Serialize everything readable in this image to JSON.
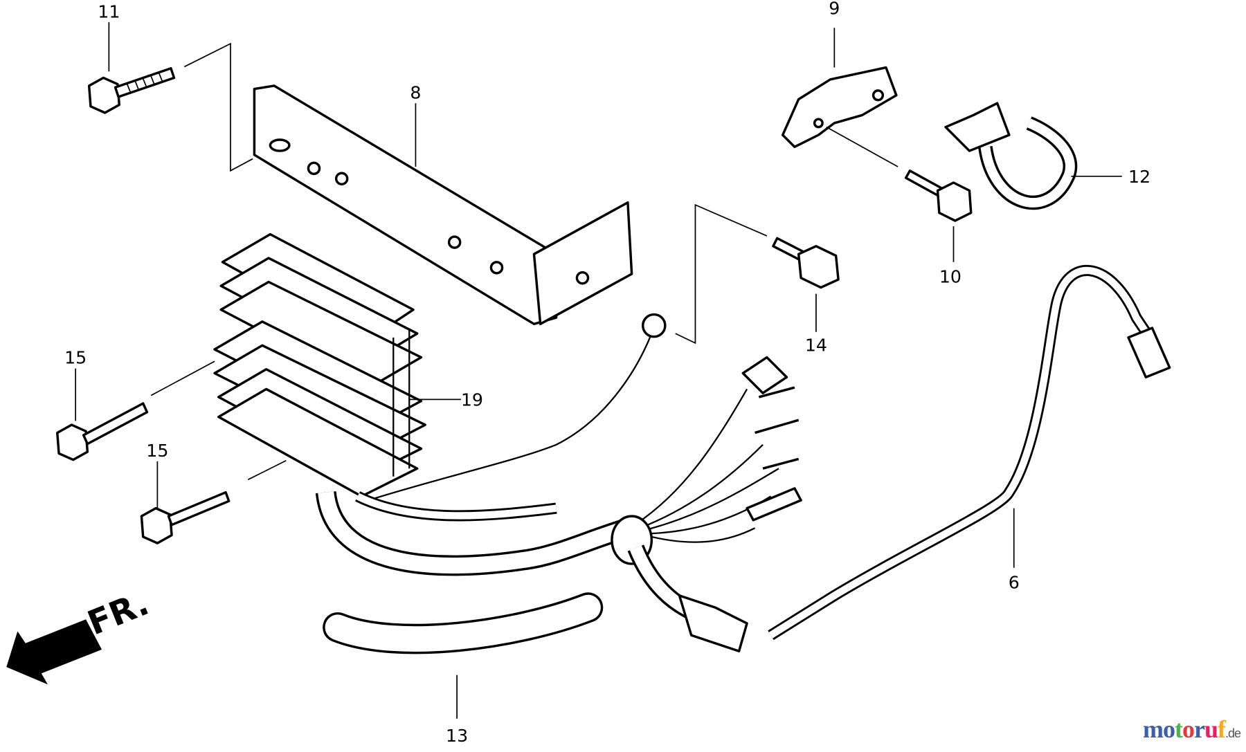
{
  "diagram": {
    "labels": {
      "p11": "11",
      "p9": "9",
      "p8": "8",
      "p12": "12",
      "p10": "10",
      "p14": "14",
      "p15a": "15",
      "p19": "19",
      "p15b": "15",
      "p6": "6",
      "p13": "13"
    },
    "direction_marker": "FR.",
    "logo": {
      "text": "motoruf",
      "suffix": ".de",
      "colors": [
        "#3b5fa8",
        "#3b5fa8",
        "#4caf50",
        "#e53935",
        "#3b5fa8",
        "#e91e63",
        "#f9a825",
        "#fb8c00"
      ]
    }
  }
}
